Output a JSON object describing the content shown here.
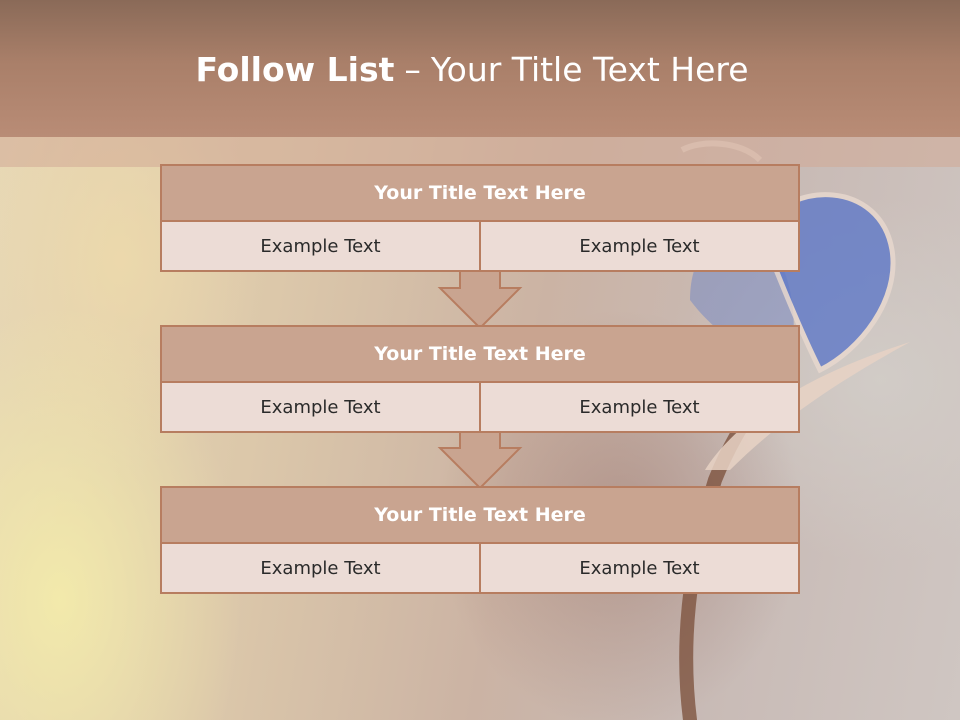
{
  "slide": {
    "title_bold": "Follow List",
    "title_separator": "–",
    "title_rest": "Your Title Text Here"
  },
  "blocks": [
    {
      "title": "Your Title Text Here",
      "left": "Example Text",
      "right": "Example Text"
    },
    {
      "title": "Your Title Text Here",
      "left": "Example Text",
      "right": "Example Text"
    },
    {
      "title": "Your Title Text Here",
      "left": "Example Text",
      "right": "Example Text"
    }
  ],
  "colors": {
    "header": "#a97f69",
    "block_header": "#c9a490",
    "block_cell": "#ecdcd6",
    "border": "#b77d60",
    "arrow": "#c9a490"
  }
}
